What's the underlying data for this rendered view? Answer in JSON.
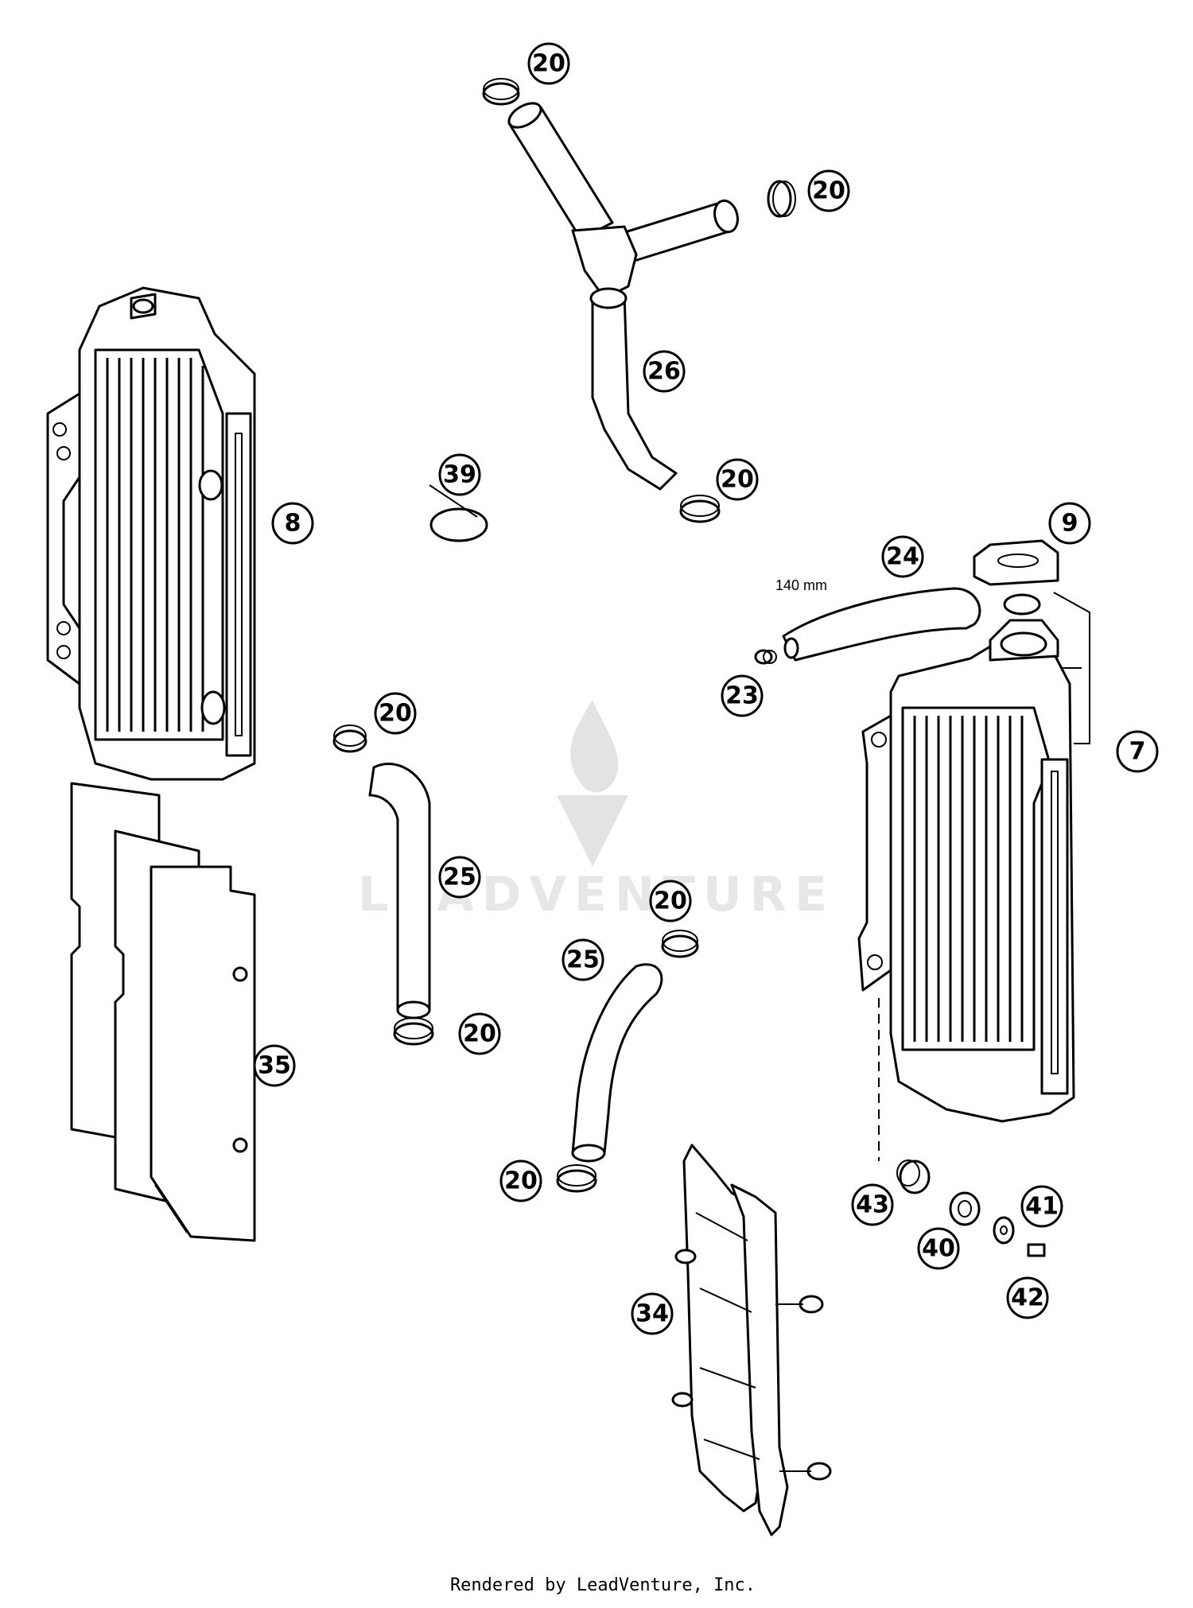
{
  "diagram": {
    "callouts": [
      {
        "id": "c20a",
        "label": "20"
      },
      {
        "id": "c20b",
        "label": "20"
      },
      {
        "id": "c26",
        "label": "26"
      },
      {
        "id": "c20c",
        "label": "20"
      },
      {
        "id": "c39",
        "label": "39"
      },
      {
        "id": "c8",
        "label": "8"
      },
      {
        "id": "c9",
        "label": "9"
      },
      {
        "id": "c24",
        "label": "24"
      },
      {
        "id": "c23",
        "label": "23"
      },
      {
        "id": "c7",
        "label": "7"
      },
      {
        "id": "c20d",
        "label": "20"
      },
      {
        "id": "c25a",
        "label": "25"
      },
      {
        "id": "c20e",
        "label": "20"
      },
      {
        "id": "c25b",
        "label": "25"
      },
      {
        "id": "c20f",
        "label": "20"
      },
      {
        "id": "c35",
        "label": "35"
      },
      {
        "id": "c20g",
        "label": "20"
      },
      {
        "id": "c43",
        "label": "43"
      },
      {
        "id": "c41",
        "label": "41"
      },
      {
        "id": "c40",
        "label": "40"
      },
      {
        "id": "c42",
        "label": "42"
      },
      {
        "id": "c34",
        "label": "34"
      }
    ],
    "dimension_label": "140 mm",
    "watermark_text": "LEADVENTURE",
    "footer": "Rendered by LeadVenture, Inc."
  }
}
